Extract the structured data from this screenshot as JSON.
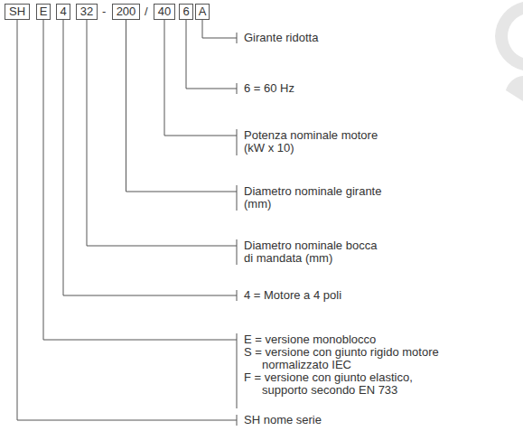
{
  "diagram": {
    "nodes": [
      {
        "text": [
          "SH"
        ]
      },
      {
        "text": [
          "E"
        ]
      },
      {
        "text": [
          "4"
        ]
      },
      {
        "text": [
          "32"
        ]
      },
      {
        "text": [
          "200"
        ]
      },
      {
        "text": [
          "40"
        ]
      },
      {
        "text": [
          "6"
        ]
      },
      {
        "text": [
          "A"
        ]
      }
    ],
    "labels": [
      "-",
      "/",
      "Girante ridotta",
      "6 = 60 Hz",
      "Potenza nominale motore (kW x 10)",
      "Diametro nominale girante (mm)",
      "Diametro nominale bocca di mandata (mm)",
      "4 = Motore a 4 poli",
      "E = versione monoblocco",
      "S = versione con giunto rigido motore normalizzato IEC",
      "F = versione con giunto elastico, supporto secondo EN 733",
      "SH nome serie"
    ]
  }
}
